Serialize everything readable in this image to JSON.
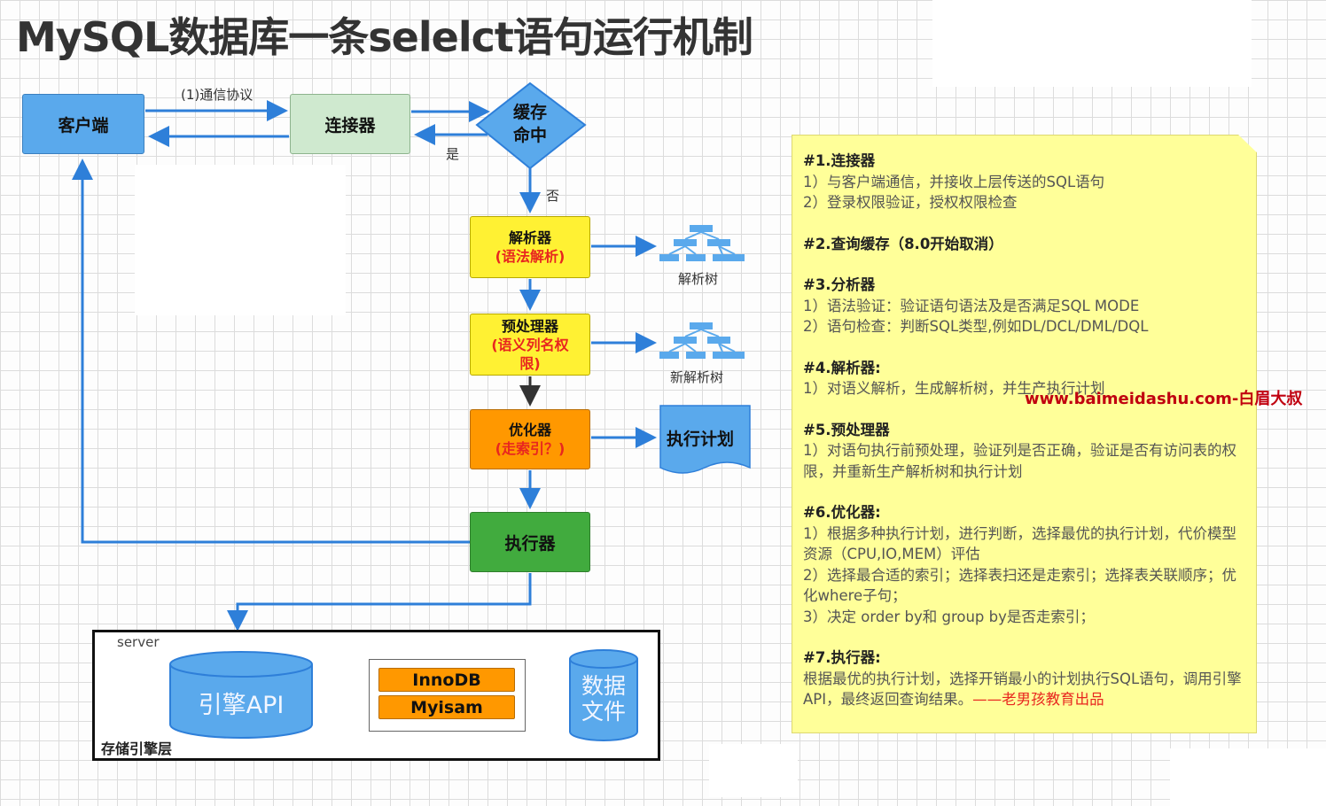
{
  "title": "MySQL数据库一条selelct语句运行机制",
  "flow": {
    "client": "客户端",
    "connector": "连接器",
    "cache": [
      "缓存",
      "命中"
    ],
    "protocol_label": "(1)通信协议",
    "yes_label": "是",
    "no_label": "否",
    "parser": {
      "title": "解析器",
      "sub": "(语法解析)"
    },
    "preprocessor": {
      "title": "预处理器",
      "sub": "(语义列名权限)"
    },
    "optimizer": {
      "title": "优化器",
      "sub": "(走索引？)"
    },
    "executor": "执行器",
    "parse_tree_label": "解析树",
    "new_parse_tree_label": "新解析树",
    "plan_label": "执行计划"
  },
  "storage": {
    "server_label": "server",
    "layer_label": "存储引擎层",
    "engine_api": "引擎API",
    "engines": [
      "InnoDB",
      "Myisam"
    ],
    "data_files": [
      "数据",
      "文件"
    ]
  },
  "notes": [
    {
      "heading": "#1.连接器",
      "lines": [
        "1）与客户端通信，并接收上层传送的SQL语句",
        "2）登录权限验证，授权权限检查"
      ]
    },
    {
      "heading": "#2.查询缓存（8.0开始取消）",
      "lines": []
    },
    {
      "heading": "#3.分析器",
      "lines": [
        "1）语法验证：验证语句语法及是否满足SQL MODE",
        "2）语句检查：判断SQL类型,例如DL/DCL/DML/DQL"
      ]
    },
    {
      "heading": "#4.解析器:",
      "lines": [
        "1）对语义解析，生成解析树，并生产执行计划"
      ]
    },
    {
      "heading": "#5.预处理器",
      "lines": [
        "1）对语句执行前预处理，验证列是否正确，验证是否有访问表的权限，并重新生产解析树和执行计划"
      ]
    },
    {
      "heading": "#6.优化器:",
      "lines": [
        "1）根据多种执行计划，进行判断，选择最优的执行计划，代价模型资源（CPU,IO,MEM）评估",
        "2）选择最合适的索引；选择表扫还是走索引；选择表关联顺序；优化where子句；",
        "3）决定 order by和 group by是否走索引；"
      ]
    },
    {
      "heading": "#7.执行器:",
      "lines": [
        "根据最优的执行计划，选择开销最小的计划执行SQL语句，调用引擎API，最终返回查询结果。"
      ]
    }
  ],
  "credit": "——老男孩教育出品",
  "watermark": "www.baimeidashu.com-白眉大叔",
  "colors": {
    "client": "#5aa9ec",
    "connector": "#cfe9cf",
    "yellow": "#fff133",
    "orange": "#ff9800",
    "green": "#41ab3e",
    "arrow": "#2e7fd9",
    "note": "#ffff99",
    "red": "#e8261f"
  }
}
